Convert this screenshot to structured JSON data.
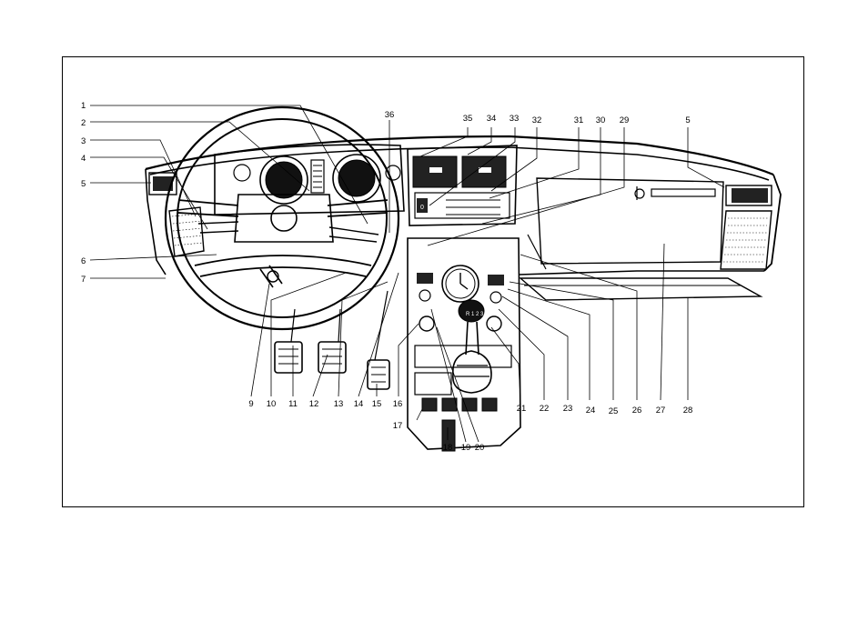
{
  "diagram": {
    "callouts": [
      "1",
      "2",
      "3",
      "4",
      "5",
      "6",
      "7",
      "9",
      "10",
      "11",
      "12",
      "13",
      "14",
      "15",
      "16",
      "17",
      "18",
      "19",
      "20",
      "21",
      "22",
      "23",
      "24",
      "25",
      "26",
      "27",
      "28",
      "29",
      "30",
      "31",
      "32",
      "33",
      "34",
      "35",
      "36",
      "5"
    ],
    "cluster_markings": {
      "heater_fan": "0",
      "gear_pattern": "R 1 2 3 4 5"
    }
  }
}
